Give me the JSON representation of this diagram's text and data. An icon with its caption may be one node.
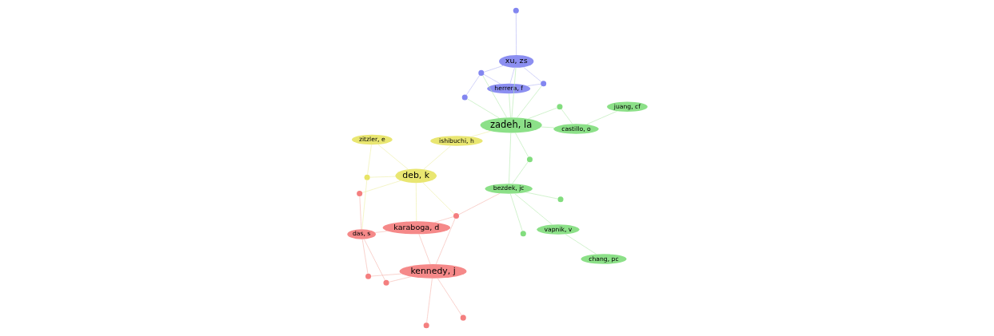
{
  "diagram": {
    "nodes": [
      {
        "text": [
          "zitzler, e"
        ]
      },
      {
        "text": [
          "deb, k"
        ]
      },
      {
        "text": [],
        "shape": "circle"
      },
      {
        "text": [
          "ishibuchi, h"
        ]
      },
      {
        "text": [],
        "shape": "circle"
      },
      {
        "text": [
          "das, s"
        ]
      },
      {
        "text": [],
        "shape": "circle"
      },
      {
        "text": [
          "chang, pc"
        ]
      },
      {
        "text": [],
        "shape": "circle"
      },
      {
        "text": [],
        "shape": "circle"
      },
      {
        "text": [
          "herrera, f"
        ]
      },
      {
        "text": [],
        "shape": "circle"
      },
      {
        "text": [
          "xu, zs"
        ]
      },
      {
        "text": [
          "vapnik, v"
        ]
      },
      {
        "text": [
          "bezdek, jc"
        ]
      },
      {
        "text": [],
        "shape": "circle"
      },
      {
        "text": [
          "zadeh, la"
        ]
      },
      {
        "text": [],
        "shape": "circle"
      },
      {
        "text": [],
        "shape": "circle"
      },
      {
        "text": [
          "karaboga, d"
        ]
      },
      {
        "text": [],
        "shape": "circle"
      },
      {
        "text": [],
        "shape": "circle"
      },
      {
        "text": [],
        "shape": "circle"
      },
      {
        "text": [
          "castillo, o"
        ]
      },
      {
        "text": [],
        "shape": "circle"
      },
      {
        "text": [
          "kennedy, j"
        ]
      },
      {
        "text": [
          "juang, cf"
        ]
      },
      {
        "text": [],
        "shape": "circle"
      },
      {
        "text": [],
        "shape": "circle"
      }
    ],
    "edges": [
      {
        "from": 0,
        "to": 1,
        "arrow": "none"
      },
      {
        "from": 0,
        "to": 2,
        "arrow": "none"
      },
      {
        "from": 1,
        "to": 2,
        "arrow": "none"
      },
      {
        "from": 1,
        "to": 3,
        "arrow": "none"
      },
      {
        "from": 3,
        "to": 16,
        "arrow": "none"
      },
      {
        "from": 2,
        "to": 5,
        "arrow": "none"
      },
      {
        "from": 1,
        "to": 4,
        "arrow": "none"
      },
      {
        "from": 1,
        "to": 6,
        "arrow": "none"
      },
      {
        "from": 1,
        "to": 19,
        "arrow": "none"
      },
      {
        "from": 4,
        "to": 5,
        "arrow": "none"
      },
      {
        "from": 5,
        "to": 19,
        "arrow": "none"
      },
      {
        "from": 5,
        "to": 20,
        "arrow": "none"
      },
      {
        "from": 5,
        "to": 21,
        "arrow": "none"
      },
      {
        "from": 19,
        "to": 25,
        "arrow": "none"
      },
      {
        "from": 20,
        "to": 25,
        "arrow": "none"
      },
      {
        "from": 21,
        "to": 25,
        "arrow": "none"
      },
      {
        "from": 6,
        "to": 19,
        "arrow": "none"
      },
      {
        "from": 6,
        "to": 25,
        "arrow": "none"
      },
      {
        "from": 6,
        "to": 14,
        "arrow": "none"
      },
      {
        "from": 25,
        "to": 27,
        "arrow": "none"
      },
      {
        "from": 25,
        "to": 28,
        "arrow": "none"
      },
      {
        "from": 7,
        "to": 13,
        "arrow": "none"
      },
      {
        "from": 13,
        "to": 14,
        "arrow": "none"
      },
      {
        "from": 8,
        "to": 14,
        "arrow": "none"
      },
      {
        "from": 14,
        "to": 15,
        "arrow": "none"
      },
      {
        "from": 15,
        "to": 16,
        "arrow": "none"
      },
      {
        "from": 14,
        "to": 22,
        "arrow": "none"
      },
      {
        "from": 14,
        "to": 16,
        "arrow": "none"
      },
      {
        "from": 26,
        "to": 23,
        "arrow": "none"
      },
      {
        "from": 23,
        "to": 24,
        "arrow": "none"
      },
      {
        "from": 24,
        "to": 16,
        "arrow": "none"
      },
      {
        "from": 23,
        "to": 16,
        "arrow": "none"
      },
      {
        "from": 16,
        "to": 9,
        "arrow": "none"
      },
      {
        "from": 16,
        "to": 10,
        "arrow": "none"
      },
      {
        "from": 16,
        "to": 17,
        "arrow": "none"
      },
      {
        "from": 16,
        "to": 18,
        "arrow": "none"
      },
      {
        "from": 16,
        "to": 12,
        "arrow": "none"
      },
      {
        "from": 9,
        "to": 12,
        "arrow": "none"
      },
      {
        "from": 10,
        "to": 12,
        "arrow": "none"
      },
      {
        "from": 11,
        "to": 12,
        "arrow": "none"
      },
      {
        "from": 17,
        "to": 18,
        "arrow": "none"
      },
      {
        "from": 18,
        "to": 12,
        "arrow": "none"
      },
      {
        "from": 10,
        "to": 18,
        "arrow": "none"
      },
      {
        "from": 9,
        "to": 10,
        "arrow": "none"
      }
    ]
  }
}
